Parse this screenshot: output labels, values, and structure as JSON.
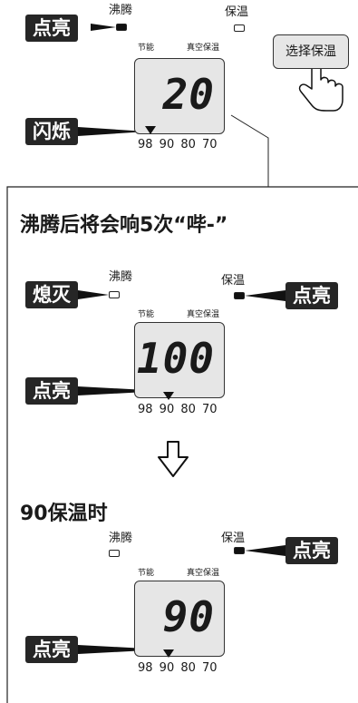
{
  "section_top": {
    "label_lit": "点亮",
    "label_blink": "闪烁",
    "boil_text": "沸腾",
    "keep_warm_text": "保温",
    "eco_text": "节能",
    "vacuum_text": "真空保温",
    "display_value": "20",
    "scale": "98 90 80 70",
    "button_label": "选择保温"
  },
  "section_middle": {
    "heading": "沸腾后将会响5次“哔-”",
    "label_off": "熄灭",
    "label_lit_right": "点亮",
    "label_lit_left": "点亮",
    "boil_text": "沸腾",
    "keep_warm_text": "保温",
    "eco_text": "节能",
    "vacuum_text": "真空保温",
    "display_value": "100",
    "scale": "98 90 80 70"
  },
  "section_bottom": {
    "heading": "90保温时",
    "label_lit_right": "点亮",
    "label_lit_left": "点亮",
    "boil_text": "沸腾",
    "keep_warm_text": "保温",
    "eco_text": "节能",
    "vacuum_text": "真空保温",
    "display_value": "90",
    "scale": "98 90 80 70"
  },
  "icons": {
    "arrow": "down-arrow-outline-icon",
    "hand": "pointing-hand-icon"
  }
}
